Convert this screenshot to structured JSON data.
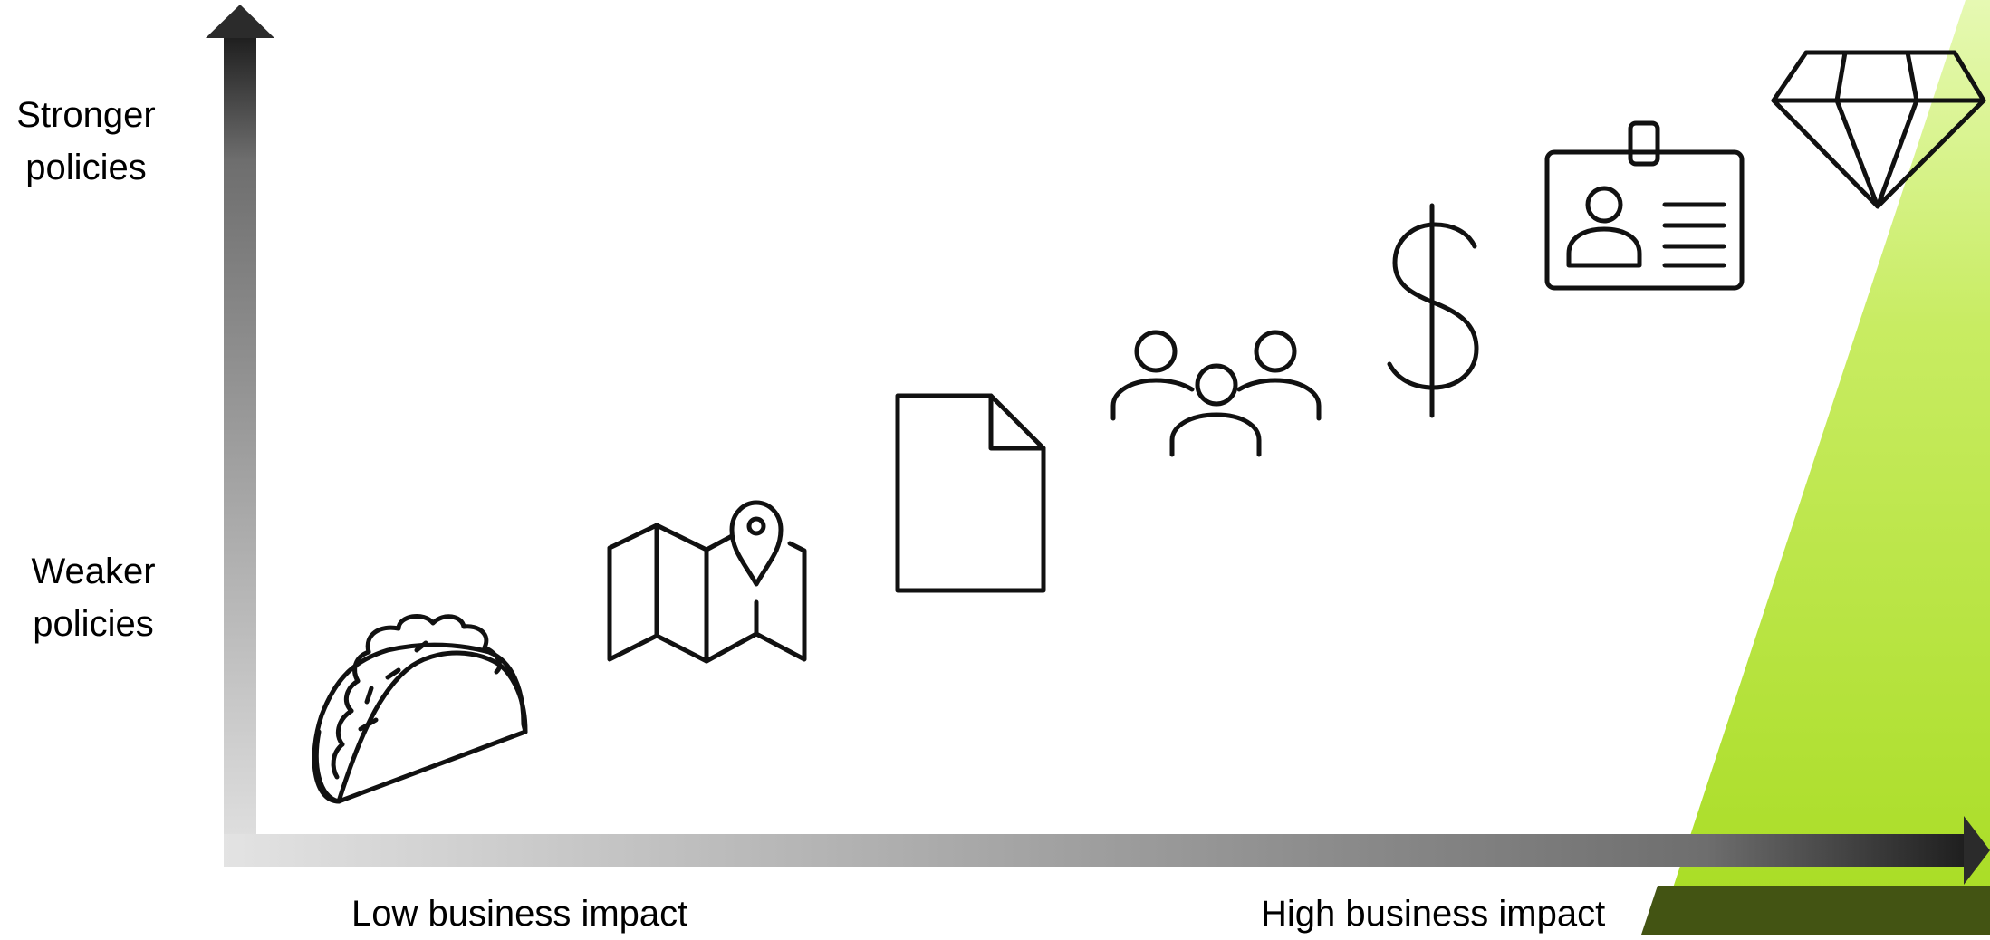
{
  "y_axis": {
    "top_label": "Stronger\npolicies",
    "bottom_label": "Weaker\npolicies"
  },
  "x_axis": {
    "left_label": "Low business impact",
    "right_label": "High business impact"
  },
  "colors": {
    "accent_green_light": "#d8f38e",
    "accent_green": "#a8dc22",
    "accent_green_dark": "#435413",
    "axis_dark": "#2b2b2b",
    "axis_light": "#dedede"
  },
  "icons": [
    "taco-icon",
    "map-pin-icon",
    "document-icon",
    "people-icon",
    "dollar-icon",
    "id-badge-icon",
    "diamond-icon"
  ]
}
